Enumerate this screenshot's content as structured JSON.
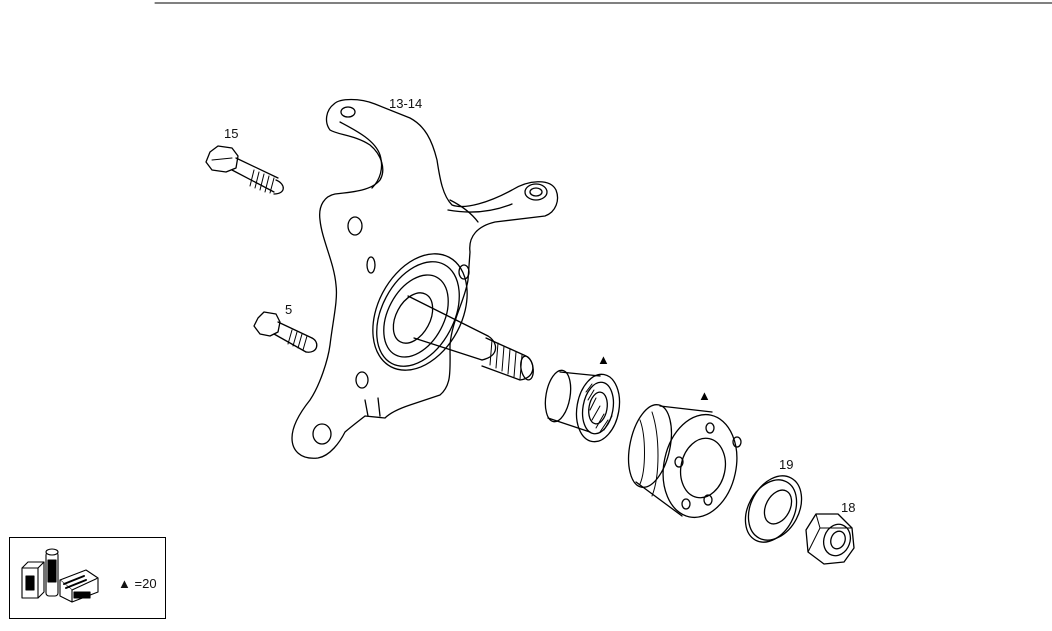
{
  "diagram": {
    "labels": [
      {
        "id": "knuckle",
        "text": "13-14"
      },
      {
        "id": "bolt-long",
        "text": "15"
      },
      {
        "id": "bolt-short",
        "text": "5"
      },
      {
        "id": "washer",
        "text": "19"
      },
      {
        "id": "nut",
        "text": "18"
      }
    ],
    "markers": [
      {
        "id": "bearing",
        "symbol": "▲"
      },
      {
        "id": "hub",
        "symbol": "▲"
      }
    ],
    "legend": {
      "symbol": "▲",
      "text": "=20"
    }
  },
  "colors": {
    "line": "#000000",
    "background": "#ffffff"
  }
}
